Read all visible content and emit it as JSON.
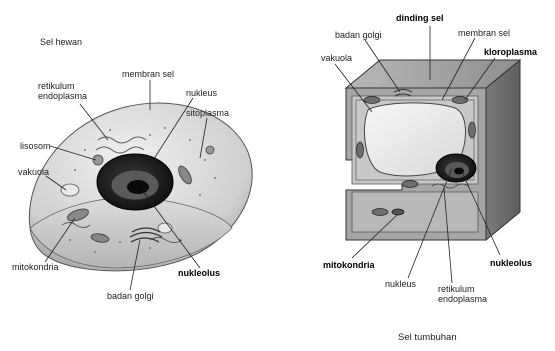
{
  "animal_cell": {
    "title": "Sel hewan",
    "labels": {
      "membran_sel": "membran sel",
      "retikulum": "retikulum\nendoplasma",
      "nukleus": "nukleus",
      "sitoplasma": "sitoplasma",
      "lisosom": "lisosom",
      "vakuola": "vakuola",
      "nukleolus": "nukleolus",
      "mitokondria": "mitokondria",
      "badan_golgi": "badan golgi"
    }
  },
  "plant_cell": {
    "title": "Sel tumbuhan",
    "labels": {
      "dinding_sel": "dinding sel",
      "badan_golgi": "badan golgi",
      "membran_sel": "membran sel",
      "vakuola": "vakuola",
      "kloroplasma": "kloroplasma",
      "mitokondria": "mitokondria",
      "nukleolus": "nukleolus",
      "nukleus": "nukleus",
      "retikulum": "retikulum\nendoplasma"
    }
  }
}
